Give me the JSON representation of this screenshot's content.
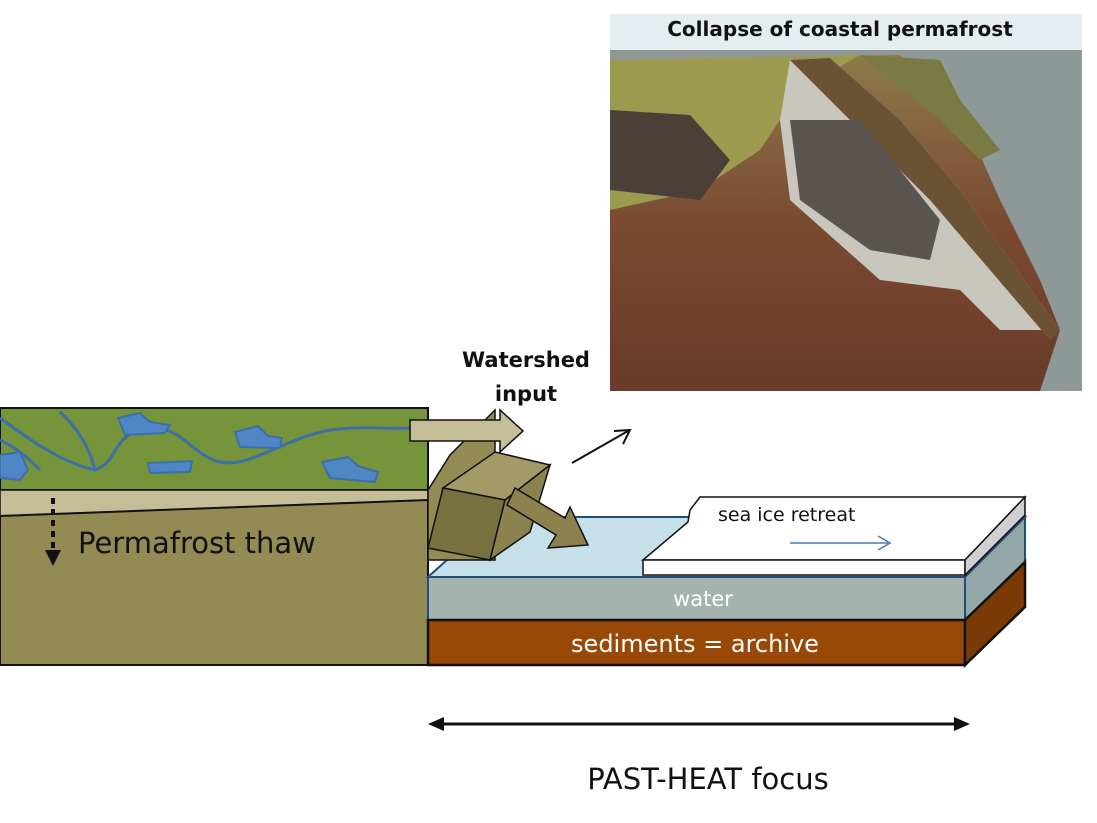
{
  "photo": {
    "caption": "Collapse of coastal permafrost"
  },
  "labels": {
    "watershed_line1": "Watershed",
    "watershed_line2": "input",
    "permafrost_thaw": "Permafrost thaw",
    "sea_ice_retreat": "sea ice retreat",
    "water": "water",
    "sediments": "sediments = archive",
    "focus": "PAST-HEAT focus"
  },
  "colors": {
    "tundra_green": "#76943a",
    "lake_blue": "#4f86c6",
    "permafrost_brown": "#948a54",
    "active_layer_tan": "#c4bd97",
    "water": "#a5b3ae",
    "water_light": "#c5e0e8",
    "sediment": "#984807"
  }
}
